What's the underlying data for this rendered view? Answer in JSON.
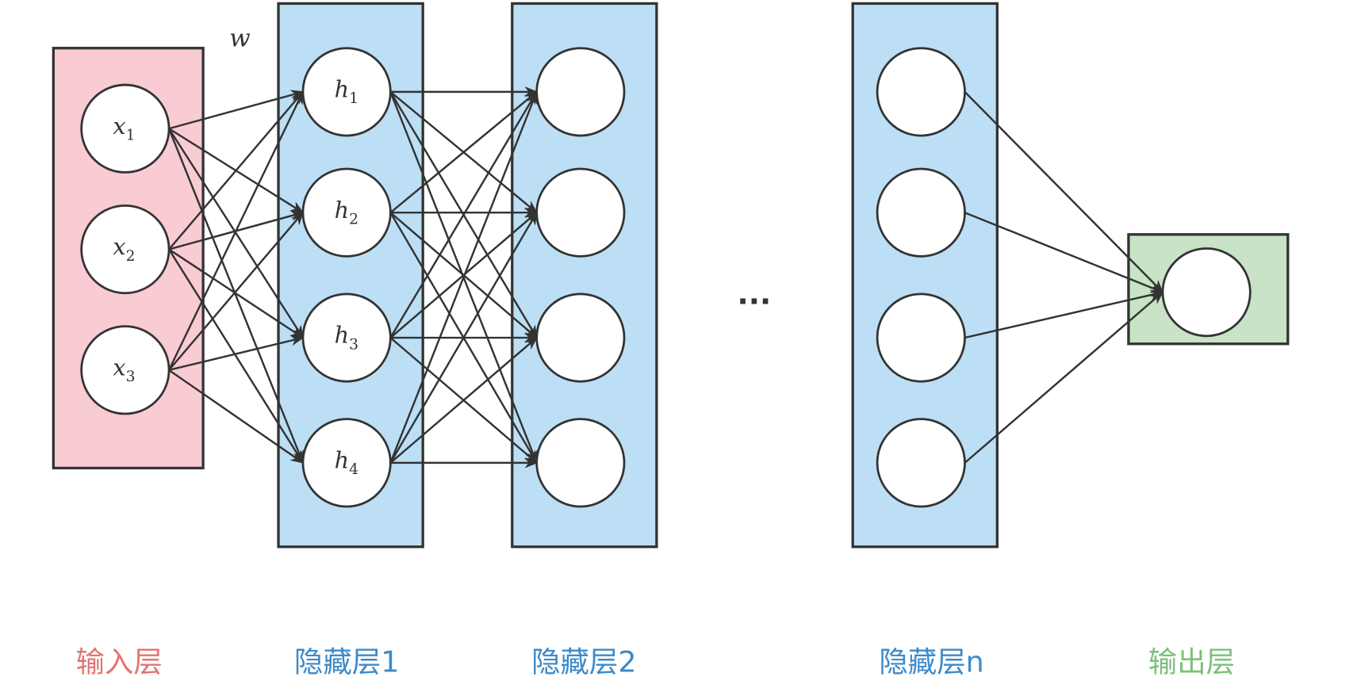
{
  "diagram": {
    "title": "Feedforward neural network structure",
    "weight_label": "w",
    "ellipsis": "···",
    "colors": {
      "input_fill": "#f9cbd3",
      "hidden_fill": "#bcdff5",
      "output_fill": "#c8e3c5",
      "stroke": "#333333",
      "input_caption": "#e57373",
      "hidden_caption": "#3d8ac9",
      "output_caption": "#7cc079"
    },
    "layers": [
      {
        "id": "input",
        "caption": "输入层",
        "nodes": [
          {
            "name": "x",
            "sub": "1"
          },
          {
            "name": "x",
            "sub": "2"
          },
          {
            "name": "x",
            "sub": "3"
          }
        ]
      },
      {
        "id": "hidden1",
        "caption": "隐藏层1",
        "nodes": [
          {
            "name": "h",
            "sub": "1"
          },
          {
            "name": "h",
            "sub": "2"
          },
          {
            "name": "h",
            "sub": "3"
          },
          {
            "name": "h",
            "sub": "4"
          }
        ]
      },
      {
        "id": "hidden2",
        "caption": "隐藏层2",
        "nodes": [
          {
            "name": "",
            "sub": ""
          },
          {
            "name": "",
            "sub": ""
          },
          {
            "name": "",
            "sub": ""
          },
          {
            "name": "",
            "sub": ""
          }
        ]
      },
      {
        "id": "hiddenN",
        "caption": "隐藏层n",
        "nodes": [
          {
            "name": "",
            "sub": ""
          },
          {
            "name": "",
            "sub": ""
          },
          {
            "name": "",
            "sub": ""
          },
          {
            "name": "",
            "sub": ""
          }
        ]
      },
      {
        "id": "output",
        "caption": "输出层",
        "nodes": [
          {
            "name": "",
            "sub": ""
          }
        ]
      }
    ],
    "connections": [
      {
        "from": "input",
        "to": "hidden1",
        "type": "fully-connected"
      },
      {
        "from": "hidden1",
        "to": "hidden2",
        "type": "fully-connected"
      },
      {
        "from": "hiddenN",
        "to": "output",
        "type": "fully-connected"
      }
    ]
  }
}
